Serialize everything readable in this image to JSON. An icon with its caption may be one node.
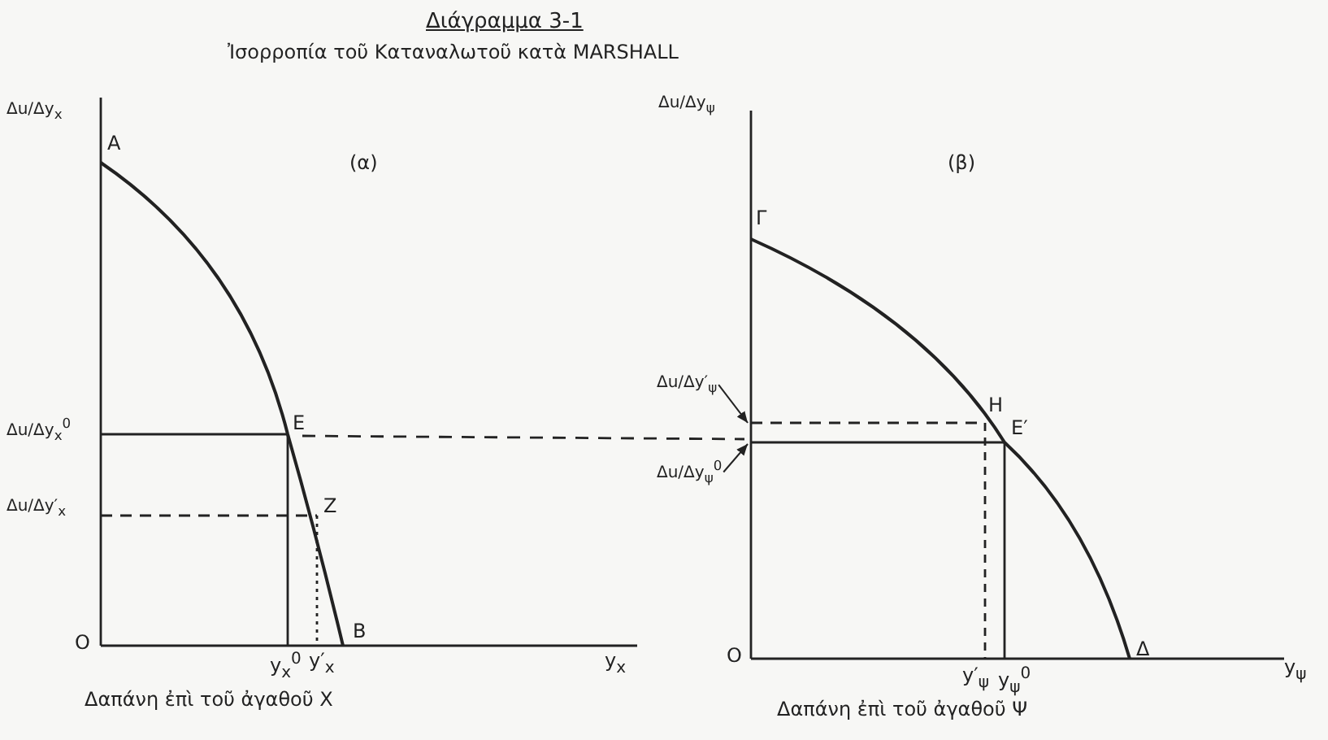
{
  "diagram": {
    "title": "Διάγραμμα 3-1",
    "nodes": [
      {
        "text": [
          "Δu/Δy′$_{ψ}$"
        ]
      },
      {
        "text": [
          "Δu/Δy$_{ψ}$$^{0}$"
        ]
      }
    ],
    "edges": [
      {
        "from": 0,
        "to": null,
        "arrow": "to"
      },
      {
        "from": 1,
        "to": null,
        "arrow": "to"
      }
    ],
    "labels": [
      "Ἰσορροπία τοῦ Καταναλωτοῦ κατὰ MARSHALL",
      "Δu/Δy$_{x}$",
      "A",
      "(α)",
      "Δu/Δy$_{ψ}$",
      "(β)",
      "Γ",
      "Δu/Δy$_{x}$$^{0}$",
      "E",
      "H",
      "E′",
      "Δu/Δy′$_{x}$",
      "Z",
      "O",
      "B",
      "O",
      "Δ",
      "y$_{x}$$^{0}$",
      "y′$_{x}$",
      "y$_{x}$",
      "y′$_{ψ}$",
      "y$_{ψ}$$^{0}$",
      "y$_{ψ}$",
      "Δαπάνη ἐπὶ τοῦ ἀγαθοῦ X",
      "Δαπάνη ἐπὶ τοῦ ἀγαθοῦ Ψ"
    ]
  }
}
